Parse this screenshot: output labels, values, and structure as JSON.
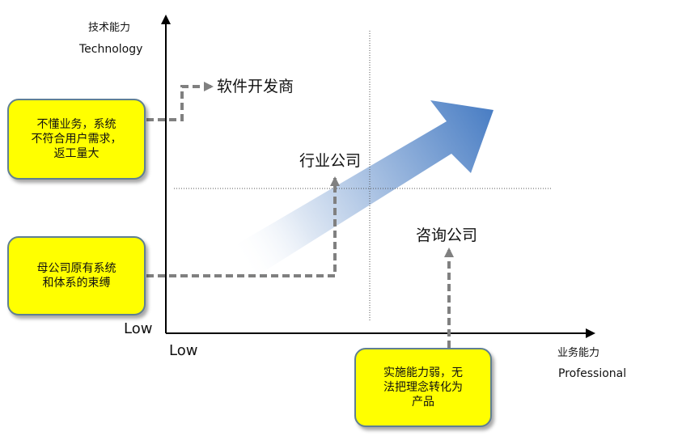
{
  "y_axis": {
    "label_cn": "技术能力",
    "label_en": "Technology"
  },
  "x_axis": {
    "label_cn": "业务能力",
    "label_en": "Professional"
  },
  "low_labels": {
    "y_low": "Low",
    "x_low": "Low"
  },
  "entities": {
    "software_vendor": "软件开发商",
    "industry_company": "行业公司",
    "consulting_company": "咨询公司"
  },
  "callouts": {
    "software_vendor_issue": [
      "不懂业务，系统",
      "不符合用户需求，",
      "返工量大"
    ],
    "industry_company_issue": [
      "母公司原有系统",
      "和体系的束缚"
    ],
    "consulting_company_issue": [
      "实施能力弱，无",
      "法把理念转化为",
      "产品"
    ]
  },
  "colors": {
    "callout_fill": "#ffff00",
    "callout_border": "#5f7f93",
    "arrow_start": "#ffffff",
    "arrow_end": "#4a7ec4",
    "connector": "#808080",
    "axis": "#000000"
  }
}
